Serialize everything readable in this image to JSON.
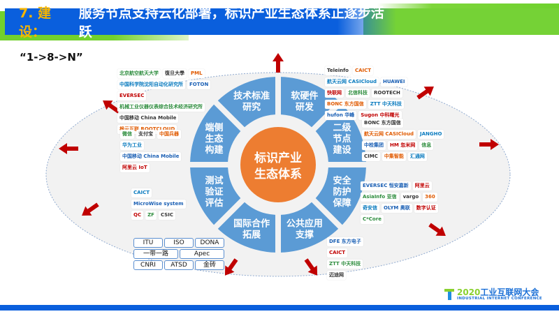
{
  "header": {
    "number": "7. 建设：",
    "title": "服务节点支持云化部署，标识产业生态体系正逐步活跃"
  },
  "subtitle": "“1->8->N”",
  "center": {
    "line1": "标识产业",
    "line2": "生态体系"
  },
  "segments": [
    {
      "lines": [
        "软硬件",
        "研发"
      ]
    },
    {
      "lines": [
        "二级",
        "节点",
        "建设"
      ]
    },
    {
      "lines": [
        "安全",
        "防护",
        "保障"
      ]
    },
    {
      "lines": [
        "公共应用",
        "支撑"
      ]
    },
    {
      "lines": [
        "国际合作",
        "拓展"
      ]
    },
    {
      "lines": [
        "测试",
        "验证",
        "评估"
      ]
    },
    {
      "lines": [
        "端侧",
        "生态",
        "构建"
      ]
    },
    {
      "lines": [
        "技术标准",
        "研究"
      ]
    }
  ],
  "colors": {
    "ring": "#5b9bd5",
    "center": "#ed7d31",
    "arrow": "#c00000",
    "header_blue": "#0a5fdd",
    "header_green": "#72d12d"
  },
  "logos": {
    "top_left": [
      "北京航空航天大学",
      "復旦大學",
      "PML",
      "中国科学院沈阳自动化研究所",
      "FOTON",
      "EVERSEC",
      "机械工业仪器仪表综合技术经济研究所",
      "中国移动 China Mobile",
      "根云互联 ROOTCLOUD"
    ],
    "top_right": [
      "Teleinfo",
      "CAICT",
      "航天云网 CASICloud",
      "HUAWEI",
      "快联网",
      "北信科技",
      "ROOTECH",
      "BONC 东方国信",
      "ZTT 中天科技",
      "hufon 华峰",
      "Sugon 中科曙光"
    ],
    "right_top": [
      "BONC 东方国信",
      "航天云网 CASICloud",
      "JANGHO",
      "中检集团",
      "HM 忽米网",
      "信息",
      "CIMC",
      "中集智能",
      "汇通网"
    ],
    "right_bottom": [
      "EVERSEC 恒安嘉新",
      "阿里云",
      "AsiaInfo 亚信",
      "vargo",
      "360",
      "奇安信",
      "OLYM 奥联",
      "数字认证",
      "C*Core"
    ],
    "left_top": [
      "微信",
      "支付宝",
      "中国兵器",
      "华为工业",
      "中国移动 China Mobile",
      "阿里云 IoT"
    ],
    "left_bottom": [
      "CAICT",
      "MicroWise system",
      "QC",
      "ZF",
      "CSIC"
    ],
    "bottom_right": [
      "DFE 东方电子",
      "CAICT",
      "ZTT 中天科技",
      "迈迪网"
    ]
  },
  "standards": [
    "ITU",
    "ISO",
    "DONA",
    "一带一路",
    "Apec",
    "CNRI",
    "ATSD",
    "金砖"
  ],
  "footer": {
    "year": "2020",
    "name": "工业互联网大会",
    "english": "INDUSTRIAL INTERNET CONFERENCE"
  }
}
